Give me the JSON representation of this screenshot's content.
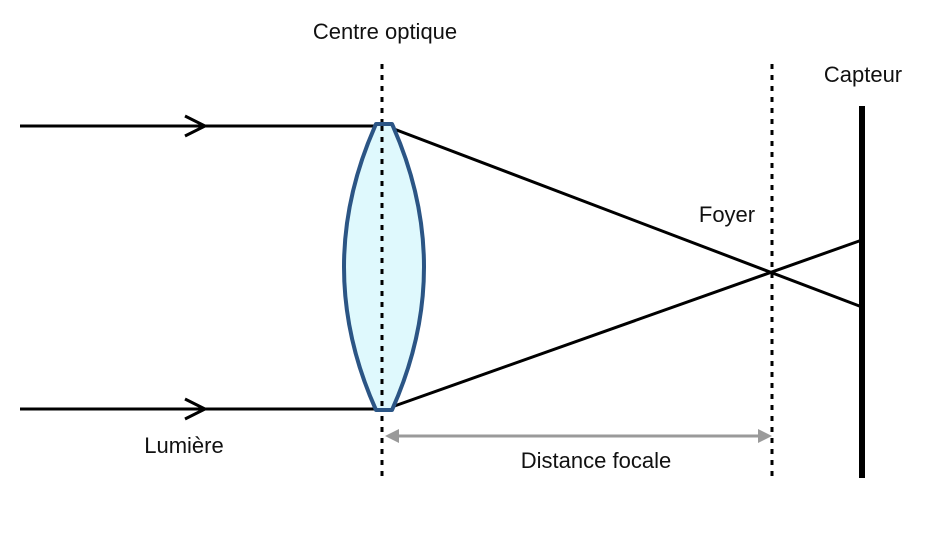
{
  "labels": {
    "optical_center": "Centre optique",
    "sensor": "Capteur",
    "focus": "Foyer",
    "light": "Lumière",
    "focal_length": "Distance focale"
  },
  "colors": {
    "ray": "#000000",
    "lens_fill": "#dff9fd",
    "lens_stroke": "#2b5585",
    "dimension_arrow": "#9a9a9a",
    "dashed_line": "#000000"
  }
}
